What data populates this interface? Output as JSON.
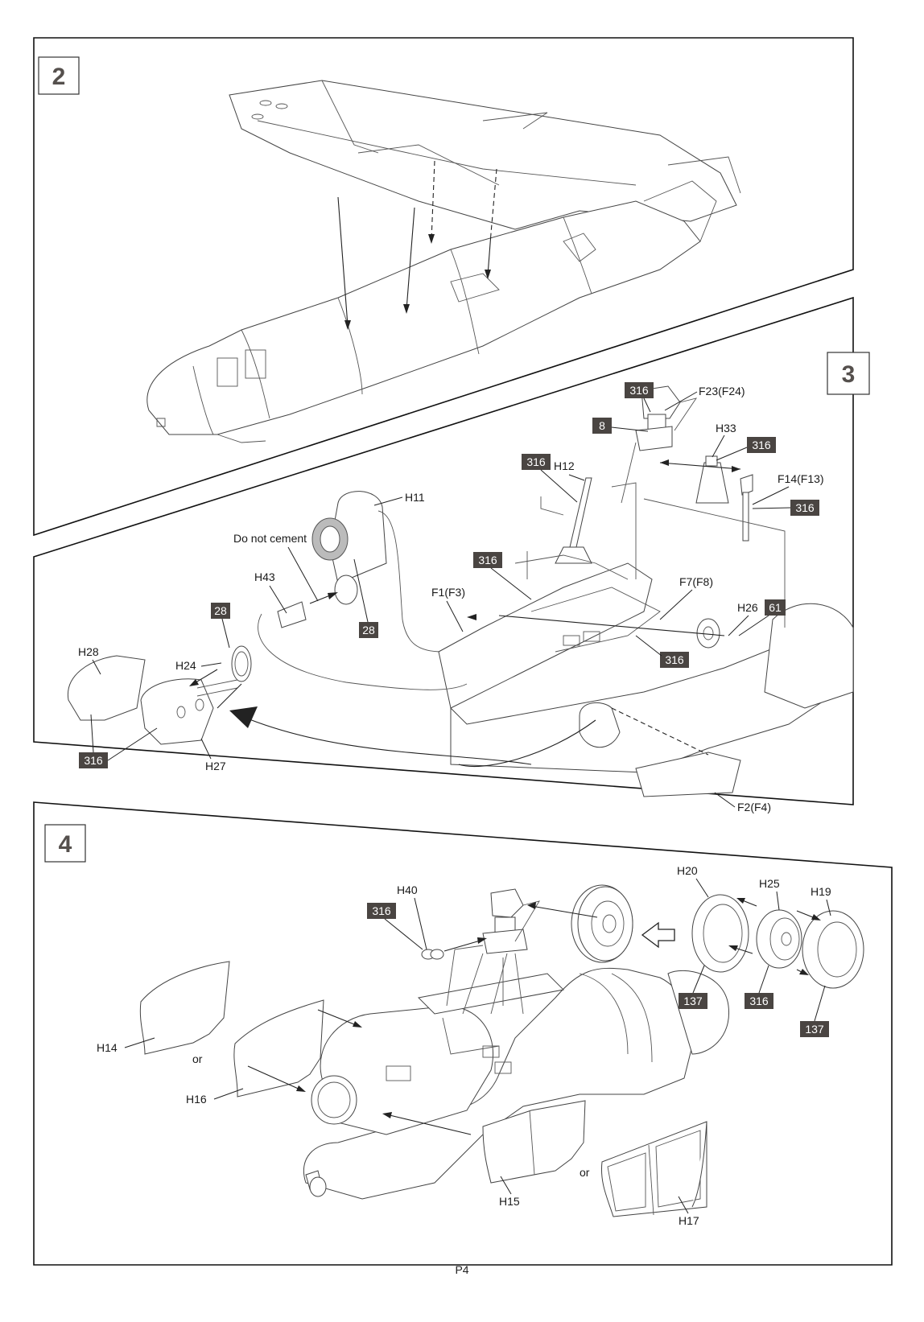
{
  "page": {
    "number_label": "P4"
  },
  "colors": {
    "paint_tag_bg": "#4a4542",
    "paint_tag_text": "#ffffff",
    "step_number": "#55504d",
    "line": "#111111"
  },
  "steps": [
    {
      "number": "2",
      "callouts": []
    },
    {
      "number": "3",
      "parts": [
        "F23(F24)",
        "H33",
        "H12",
        "F14(F13)",
        "H11",
        "Do not cement",
        "H43",
        "F1(F3)",
        "F7(F8)",
        "H26",
        "H28",
        "H24",
        "H27",
        "F2(F4)"
      ],
      "paint_tags": [
        "316",
        "8",
        "316",
        "316",
        "316",
        "316",
        "28",
        "28",
        "316",
        "61",
        "316"
      ]
    },
    {
      "number": "4",
      "parts": [
        "H40",
        "H20",
        "H25",
        "H19",
        "H14",
        "or",
        "H16",
        "H15",
        "or",
        "H17"
      ],
      "paint_tags": [
        "316",
        "137",
        "316",
        "137"
      ]
    }
  ]
}
